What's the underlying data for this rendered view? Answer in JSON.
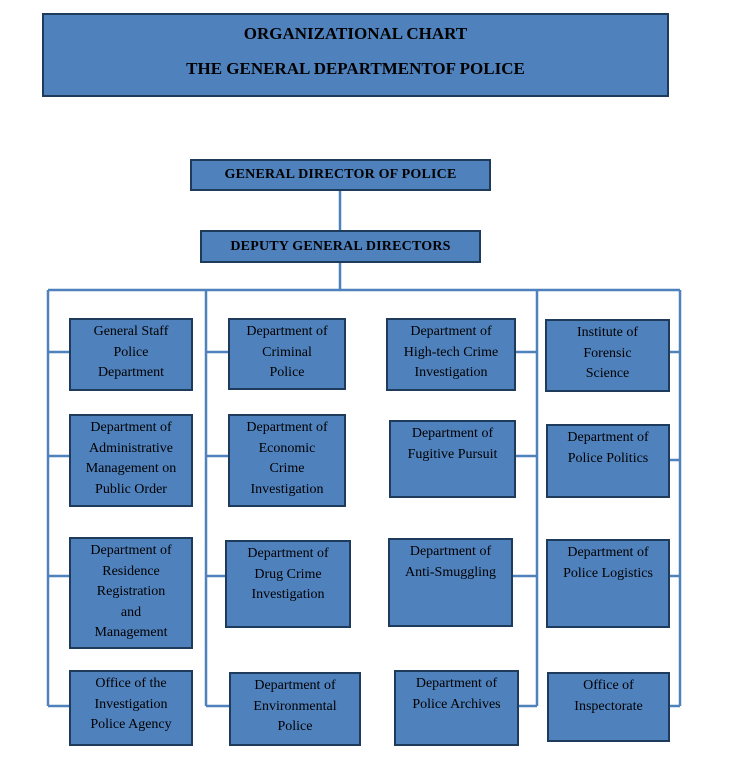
{
  "header": {
    "title": "ORGANIZATIONAL CHART",
    "subtitle": "THE GENERAL DEPARTMENTOF POLICE"
  },
  "director": "GENERAL DIRECTOR OF POLICE",
  "deputies": "DEPUTY GENERAL DIRECTORS",
  "departments": [
    [
      "General Staff\nPolice\nDepartment",
      "Department of\nAdministrative\nManagement on\nPublic Order",
      "Department of\nResidence\nRegistration\nand\nManagement",
      "Office of the\nInvestigation\nPolice Agency"
    ],
    [
      "Department of\nCriminal\nPolice",
      "Department of\nEconomic\nCrime\nInvestigation",
      "Department of\nDrug Crime\nInvestigation",
      "Department of\nEnvironmental\nPolice"
    ],
    [
      "Department of\nHigh-tech Crime\nInvestigation",
      "Department of\nFugitive Pursuit",
      "Department of\nAnti-Smuggling",
      "Department of\nPolice Archives"
    ],
    [
      "Institute of\nForensic\nScience",
      "Department of\nPolice Politics",
      "Department of\nPolice Logistics",
      "Office of\nInspectorate"
    ]
  ],
  "colors": {
    "box_fill": "#4f81bd",
    "box_border": "#1f3b5c",
    "connector": "#4f81bd"
  }
}
